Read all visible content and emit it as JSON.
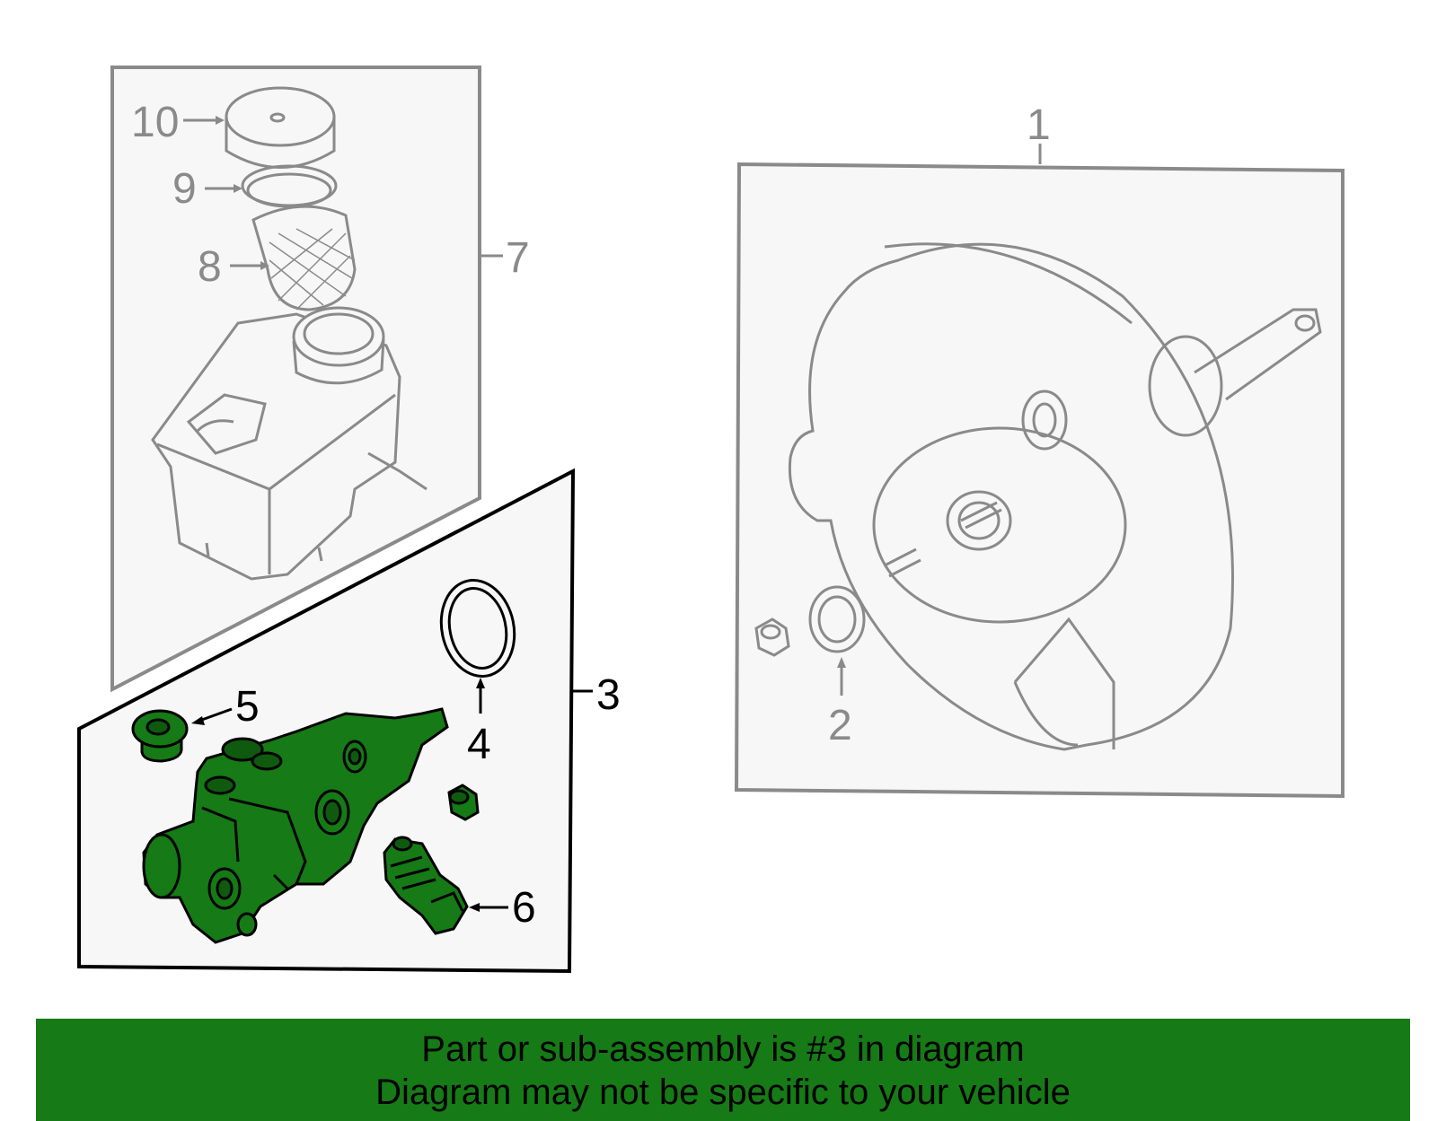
{
  "callouts": {
    "c1": "1",
    "c2": "2",
    "c3": "3",
    "c4": "4",
    "c5": "5",
    "c6": "6",
    "c7": "7",
    "c8": "8",
    "c9": "9",
    "c10": "10"
  },
  "highlight_color": "#167a16",
  "footer": {
    "line1": "Part or sub-assembly is #3 in diagram",
    "line2": "Diagram may not be specific to your vehicle"
  }
}
